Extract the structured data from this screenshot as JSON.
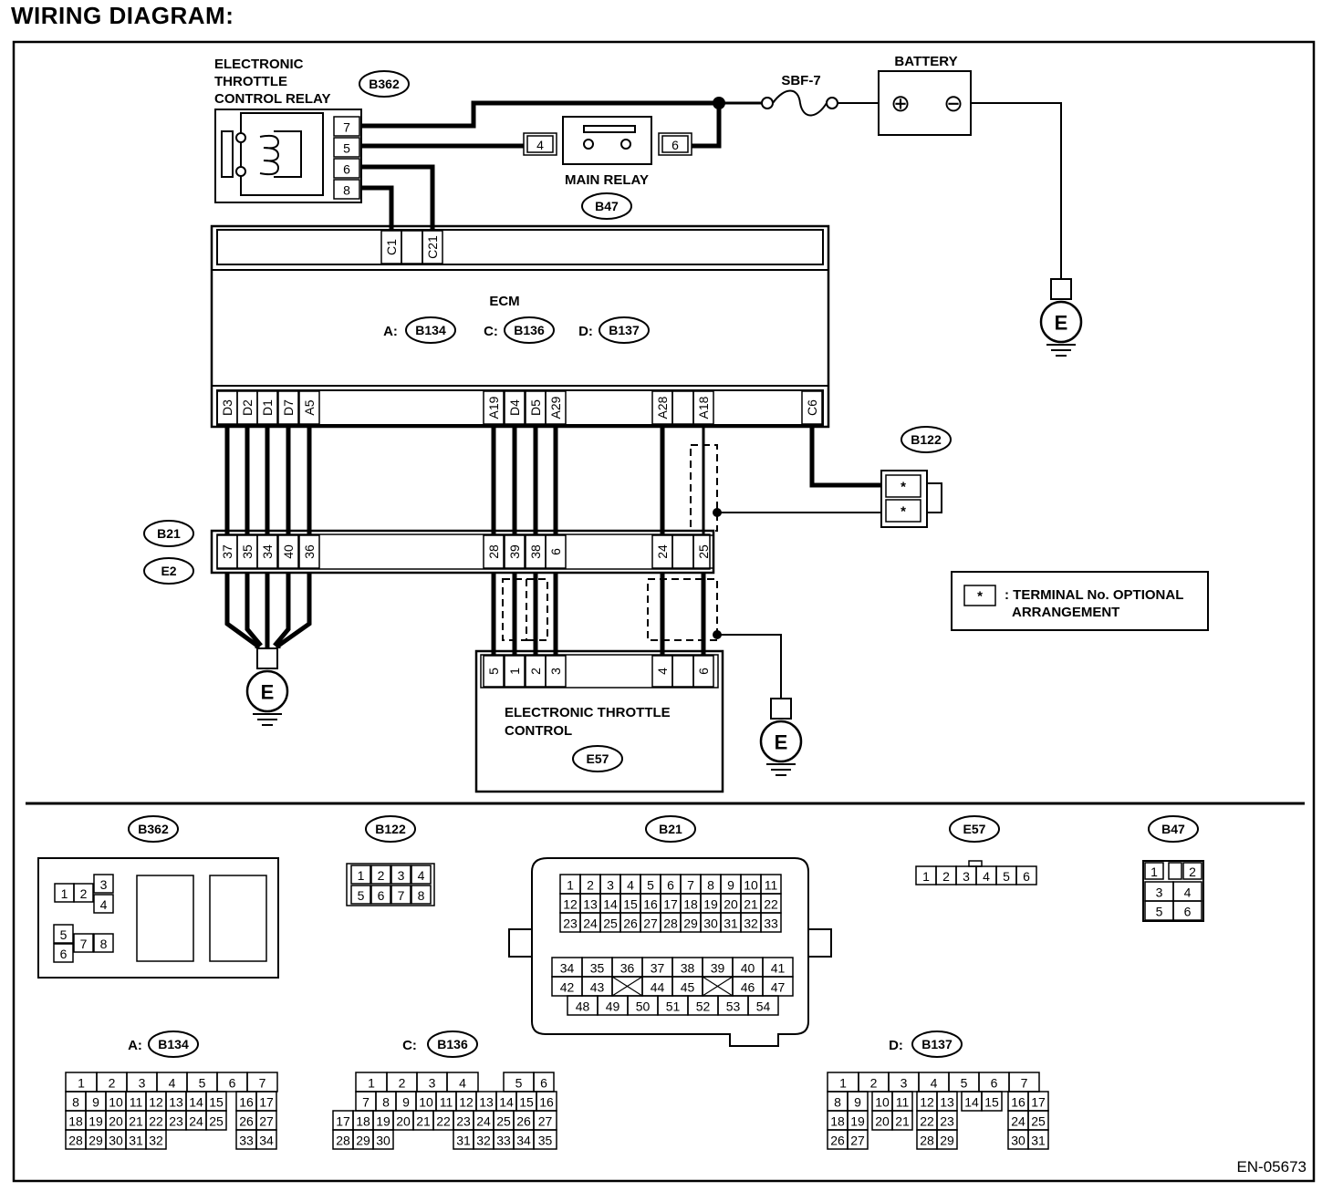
{
  "title": "WIRING DIAGRAM:",
  "drawing_code": "EN-05673",
  "components": {
    "throttle_relay": {
      "name_lines": [
        "ELECTRONIC",
        "THROTTLE",
        "CONTROL RELAY"
      ],
      "connector": "B362",
      "pins": [
        "7",
        "5",
        "6",
        "8"
      ]
    },
    "main_relay": {
      "name": "MAIN RELAY",
      "connector": "B47",
      "pin_left": "4",
      "pin_right": "6"
    },
    "fuse": {
      "name": "SBF-7"
    },
    "battery": {
      "name": "BATTERY",
      "plus": "⊕",
      "minus": "⊖"
    },
    "ecm": {
      "name": "ECM",
      "connectors": [
        {
          "prefix": "A:",
          "id": "B134"
        },
        {
          "prefix": "C:",
          "id": "B136"
        },
        {
          "prefix": "D:",
          "id": "B137"
        }
      ],
      "top_pins": [
        "C1",
        "C21"
      ],
      "bottom_pins": [
        "D3",
        "D2",
        "D1",
        "D7",
        "A5",
        "A19",
        "D4",
        "D5",
        "A29",
        "A28",
        "A18",
        "C6"
      ]
    },
    "joint": {
      "connectors": [
        "B21",
        "E2"
      ],
      "pins": [
        "37",
        "35",
        "34",
        "40",
        "36",
        "28",
        "39",
        "38",
        "6",
        "24",
        "25"
      ]
    },
    "b122": {
      "id": "B122",
      "pins": [
        "*",
        "*"
      ]
    },
    "throttle_control": {
      "name_lines": [
        "ELECTRONIC THROTTLE",
        "CONTROL"
      ],
      "connector": "E57",
      "pins": [
        "5",
        "1",
        "2",
        "3",
        "4",
        "6"
      ]
    },
    "ground": {
      "symbol": "E"
    },
    "legend": {
      "symbol": "*",
      "text_lines": [
        ": TERMINAL No. OPTIONAL",
        "ARRANGEMENT"
      ]
    }
  },
  "connector_views": {
    "b362": {
      "id": "B362",
      "pins": [
        "1",
        "2",
        "3",
        "4",
        "5",
        "6",
        "7",
        "8"
      ]
    },
    "b122": {
      "id": "B122",
      "rows": [
        [
          "1",
          "2",
          "3",
          "4"
        ],
        [
          "5",
          "6",
          "7",
          "8"
        ]
      ]
    },
    "b21": {
      "id": "B21",
      "upper_rows": [
        [
          "1",
          "2",
          "3",
          "4",
          "5",
          "6",
          "7",
          "8",
          "9",
          "10",
          "11"
        ],
        [
          "12",
          "13",
          "14",
          "15",
          "16",
          "17",
          "18",
          "19",
          "20",
          "21",
          "22"
        ],
        [
          "23",
          "24",
          "25",
          "26",
          "27",
          "28",
          "29",
          "30",
          "31",
          "32",
          "33"
        ]
      ],
      "lower_rows": [
        [
          "34",
          "35",
          "36",
          "37",
          "38",
          "39",
          "40",
          "41"
        ],
        [
          "42",
          "43",
          "",
          "44",
          "45",
          "",
          "46",
          "47"
        ],
        [
          "48",
          "49",
          "50",
          "51",
          "52",
          "53",
          "54"
        ]
      ]
    },
    "e57": {
      "id": "E57",
      "pins": [
        "1",
        "2",
        "3",
        "4",
        "5",
        "6"
      ]
    },
    "b47": {
      "id": "B47",
      "rows": [
        [
          "1",
          "",
          "2"
        ],
        [
          "3",
          "4"
        ],
        [
          "5",
          "6"
        ]
      ]
    },
    "b134": {
      "prefix": "A:",
      "id": "B134",
      "rows": [
        [
          "1",
          "2",
          "3",
          "4",
          "5",
          "6",
          "7"
        ],
        [
          "8",
          "9",
          "10",
          "11",
          "12",
          "13",
          "14",
          "15",
          "16",
          "17"
        ],
        [
          "18",
          "19",
          "20",
          "21",
          "22",
          "23",
          "24",
          "25",
          "26",
          "27"
        ],
        [
          "28",
          "29",
          "30",
          "31",
          "32",
          "33",
          "34"
        ]
      ]
    },
    "b136": {
      "prefix": "C:",
      "id": "B136",
      "rows": [
        [
          "1",
          "2",
          "3",
          "4",
          "5",
          "6"
        ],
        [
          "7",
          "8",
          "9",
          "10",
          "11",
          "12",
          "13",
          "14",
          "15",
          "16"
        ],
        [
          "17",
          "18",
          "19",
          "20",
          "21",
          "22",
          "23",
          "24",
          "25",
          "26",
          "27"
        ],
        [
          "28",
          "29",
          "30",
          "31",
          "32",
          "33",
          "34",
          "35"
        ]
      ]
    },
    "b137": {
      "prefix": "D:",
      "id": "B137",
      "rows": [
        [
          "1",
          "2",
          "3",
          "4",
          "5",
          "6",
          "7"
        ],
        [
          "8",
          "9",
          "10",
          "11",
          "12",
          "13",
          "14",
          "15",
          "16",
          "17"
        ],
        [
          "18",
          "19",
          "20",
          "21",
          "22",
          "23",
          "24",
          "25"
        ],
        [
          "26",
          "27",
          "28",
          "29",
          "30",
          "31"
        ]
      ]
    }
  }
}
